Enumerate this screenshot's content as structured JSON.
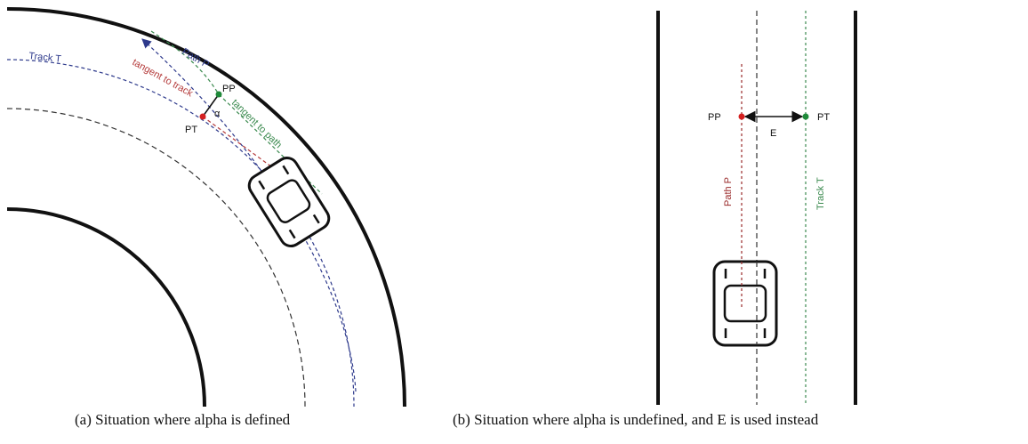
{
  "panel_a": {
    "labels": {
      "track": "Track T",
      "path": "Path P",
      "tangent_track": "tangent to track",
      "tangent_path": "tangent to path",
      "pp": "PP",
      "pt": "PT",
      "alpha": "α"
    },
    "caption": "(a) Situation where alpha is defined"
  },
  "panel_b": {
    "labels": {
      "pp": "PP",
      "pt": "PT",
      "e": "E",
      "path": "Path P",
      "track": "Track T"
    },
    "caption": "(b) Situation where alpha is undefined, and E is used instead"
  },
  "colors": {
    "path": "#2e3a8c",
    "track": "#3b8a4f",
    "tangent_track": "#b43a3a",
    "tangent_path": "#3b8a4f",
    "pp_dot": "#1f8a3a",
    "pt_dot": "#d42020",
    "lane": "#333333"
  }
}
